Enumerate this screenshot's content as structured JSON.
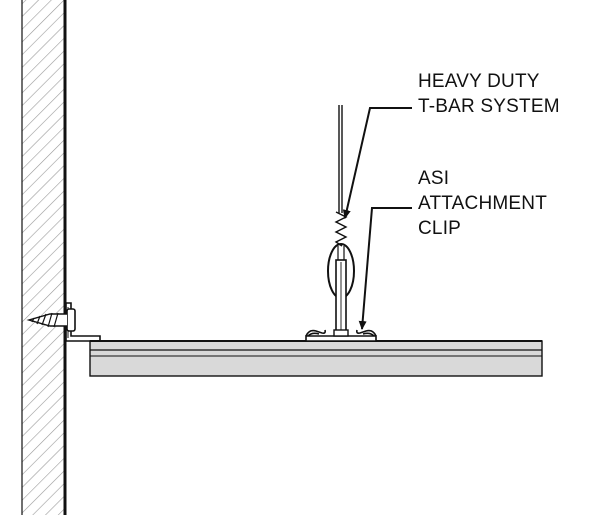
{
  "labels": {
    "tbar": {
      "line1": "HEAVY DUTY",
      "line2": "T-BAR SYSTEM"
    },
    "clip": {
      "line1": "ASI",
      "line2": "ATTACHMENT",
      "line3": "CLIP"
    }
  },
  "colors": {
    "line": "#111111",
    "hatch": "#9a9a9a",
    "panel": "#d9d9d9",
    "background": "#ffffff"
  }
}
